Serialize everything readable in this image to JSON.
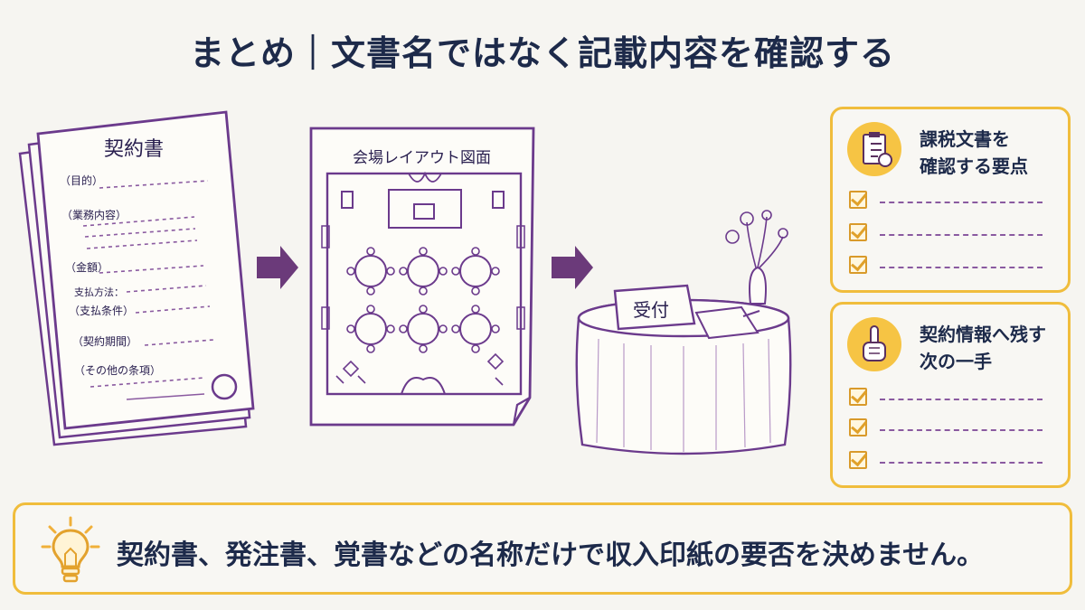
{
  "title": "まとめ｜文書名ではなく記載内容を確認する",
  "contract": {
    "heading": "契約書",
    "fields": [
      "（目的）",
      "（業務内容）",
      "（金額）",
      "支払方法：",
      "（支払条件）",
      "（契約期間）",
      "（その他の条項）"
    ]
  },
  "layout_doc": {
    "heading": "会場レイアウト図面"
  },
  "reception": {
    "sign": "受付"
  },
  "panel1": {
    "title_line1": "課税文書を",
    "title_line2": "確認する要点",
    "icon": "clipboard-checklist-icon"
  },
  "panel2": {
    "title_line1": "契約情報へ残す",
    "title_line2": "次の一手",
    "icon": "pointing-finger-icon"
  },
  "bottom": {
    "text": "契約書、発注書、覚書などの名称だけで収入印紙の要否を決めません。",
    "icon": "lightbulb-icon"
  },
  "colors": {
    "accent": "#f0bd3c",
    "ink": "#1d2a4a",
    "line": "#6b3a8c",
    "arrow": "#6b3a7a"
  }
}
